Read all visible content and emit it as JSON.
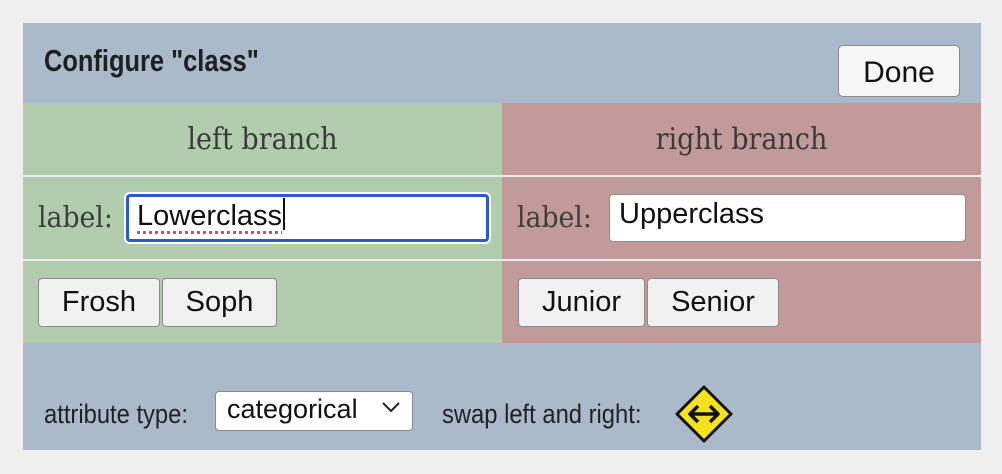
{
  "dialog": {
    "title": "Configure \"class\"",
    "done_label": "Done"
  },
  "left_branch": {
    "heading": "left branch",
    "label_prefix": "label:",
    "label_value": "Lowerclass",
    "values": [
      "Frosh",
      "Soph"
    ],
    "color": "#b1cdae"
  },
  "right_branch": {
    "heading": "right branch",
    "label_prefix": "label:",
    "label_value": "Upperclass",
    "values": [
      "Junior",
      "Senior"
    ],
    "color": "#c39a9a"
  },
  "footer": {
    "attribute_type_label": "attribute type:",
    "attribute_type_value": "categorical",
    "swap_label": "swap left and right:",
    "swap_icon": "swap-left-right-icon"
  },
  "colors": {
    "header_bg": "#abbacb",
    "focus_ring": "#2a5ad0",
    "swap_icon_fill": "#f4e21c"
  }
}
